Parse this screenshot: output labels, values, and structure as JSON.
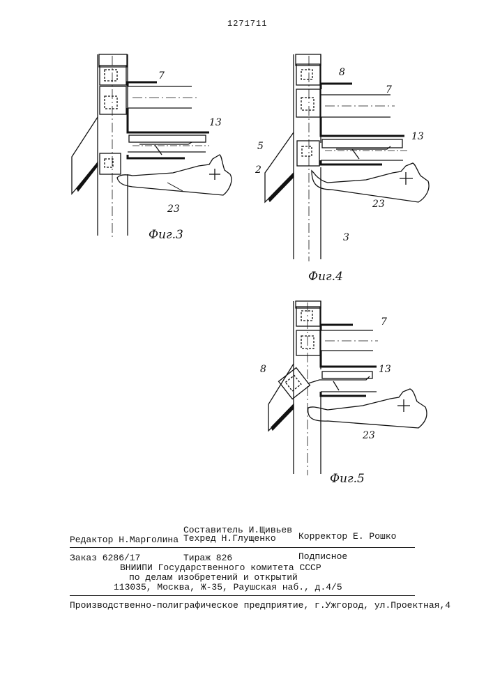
{
  "patent_number": "1271711",
  "figures": [
    {
      "caption": "Фиг.3",
      "labels": {
        "l7": "7",
        "l13": "13",
        "l23": "23"
      }
    },
    {
      "caption": "Фиг.4",
      "labels": {
        "l8": "8",
        "l7": "7",
        "l13": "13",
        "l5": "5",
        "l2": "2",
        "l23": "23",
        "l3": "3"
      }
    },
    {
      "caption": "Фиг.5",
      "labels": {
        "l7": "7",
        "l8": "8",
        "l13": "13",
        "l23": "23"
      }
    }
  ],
  "colophon": {
    "compiler": "Составитель И.Щивьев",
    "editor": "Редактор Н.Марголина",
    "techred": "Техред Н.Глущенко",
    "corrector": "Корректор Е. Рошко",
    "order": "Заказ 6286/17",
    "circulation": "Тираж 826",
    "subscription": "Подписное",
    "org_line1": "ВНИИПИ Государственного комитета СССР",
    "org_line2": "по делам изобретений и открытий",
    "address": "113035, Москва, Ж-35, Раушская наб., д.4/5",
    "printer": "Производственно-полиграфическое предприятие, г.Ужгород, ул.Проектная,4"
  }
}
